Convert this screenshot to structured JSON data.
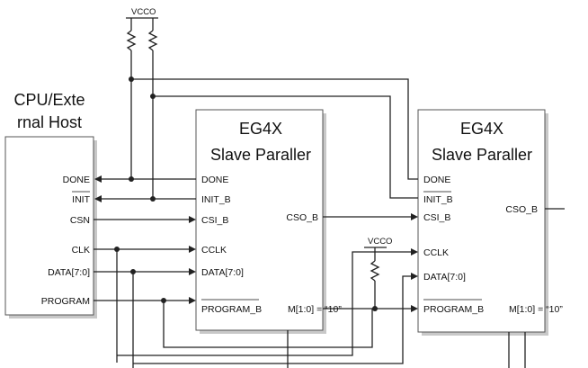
{
  "host": {
    "title_line1": "CPU/Exte",
    "title_line2": "rnal Host",
    "pins": [
      "DONE",
      "INIT",
      "CSN",
      "CLK",
      "DATA[7:0]",
      "PROGRAM"
    ]
  },
  "fpga1": {
    "title_line1": "EG4X",
    "title_line2": "Slave Paraller",
    "pins_left": [
      "DONE",
      "INIT_B",
      "CSI_B",
      "CCLK",
      "DATA[7:0]",
      "PROGRAM_B"
    ],
    "cso": "CSO_B",
    "mode": "M[1:0] = “10”"
  },
  "fpga2": {
    "title_line1": "EG4X",
    "title_line2": "Slave Paraller",
    "pins_left": [
      "DONE",
      "INIT_B",
      "CSI_B",
      "CCLK",
      "DATA[7:0]",
      "PROGRAM_B"
    ],
    "cso": "CSO_B",
    "mode": "M[1:0] = “10”"
  },
  "vcco_top": "VCCO",
  "vcco_mid": "VCCO"
}
